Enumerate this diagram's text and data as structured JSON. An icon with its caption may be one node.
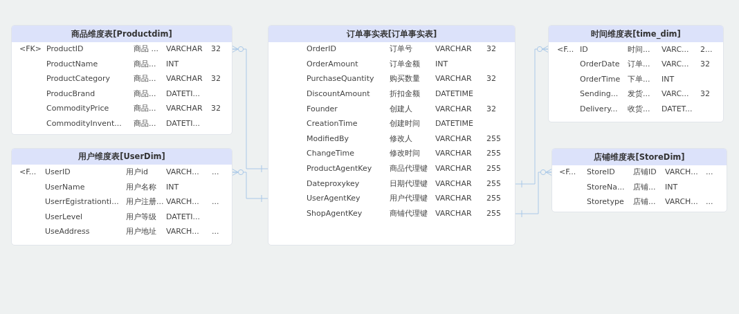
{
  "diagram": {
    "nodes": [
      {
        "text": [
          "商品维度表[Productdim]",
          "<FK>",
          "ProductID",
          "商品 ...",
          "VARCHAR",
          "32",
          "ProductName",
          "商品...",
          "INT",
          "ProductCategory",
          "商品...",
          "VARCHAR",
          "32",
          "ProducBrand",
          "商品...",
          "DATETI...",
          "CommodityPrice",
          "商品...",
          "VARCHAR",
          "32",
          "CommodityInvent...",
          "商品...",
          "DATETI..."
        ]
      },
      {
        "text": [
          "订单事实表[订单事实表]",
          "OrderID",
          "订单号",
          "VARCHAR",
          "32",
          "OrderAmount",
          "订单金额",
          "INT",
          "PurchaseQuantity",
          "购买数量",
          "VARCHAR",
          "32",
          "DiscountAmount",
          "折扣金额",
          "DATETIME",
          "Founder",
          "创建人",
          "VARCHAR",
          "32",
          "CreationTime",
          "创建时间",
          "DATETIME",
          "ModifiedBy",
          "修改人",
          "VARCHAR",
          "255",
          "ChangeTime",
          "修改时间",
          "VARCHAR",
          "255",
          "ProductAgentKey",
          "商品代理键",
          "VARCHAR",
          "255",
          "Dateproxykey",
          "日期代理键",
          "VARCHAR",
          "255",
          "UserAgentKey",
          "用户代理键",
          "VARCHAR",
          "255",
          "ShopAgentKey",
          "商铺代理键",
          "VARCHAR",
          "255"
        ]
      },
      {
        "text": [
          "时间维度表[time_dim]",
          "<F...",
          "ID",
          "时间...",
          "VARC...",
          "2...",
          "OrderDate",
          "订单...",
          "VARC...",
          "32",
          "OrderTime",
          "下单...",
          "INT",
          "Sending...",
          "发货...",
          "VARC...",
          "32",
          "Delivery...",
          "收货...",
          "DATET..."
        ]
      },
      {
        "text": [
          "用户维度表[UserDim]",
          "<F...",
          "UserID",
          "用户id",
          "VARCH...",
          "...",
          "UserName",
          "用户名称",
          "INT",
          "UserrEgistrationti...",
          "用户注册...",
          "VARCH...",
          "...",
          "UserLevel",
          "用户等级",
          "DATETI...",
          "UseAddress",
          "用户地址",
          "VARCH...",
          "..."
        ]
      },
      {
        "text": [
          "店铺维度表[StoreDim]",
          "<F...",
          "StoreID",
          "店铺ID",
          "VARCH...",
          "...",
          "StoreNa...",
          "店铺...",
          "INT",
          "Storetype",
          "店铺...",
          "VARCH...",
          "..."
        ]
      }
    ],
    "edges": [
      {
        "from": 0,
        "to": 1,
        "arrow": "other"
      },
      {
        "from": 3,
        "to": 1,
        "arrow": "other"
      },
      {
        "from": 2,
        "to": 1,
        "arrow": "other"
      },
      {
        "from": 4,
        "to": 1,
        "arrow": "other"
      }
    ]
  }
}
